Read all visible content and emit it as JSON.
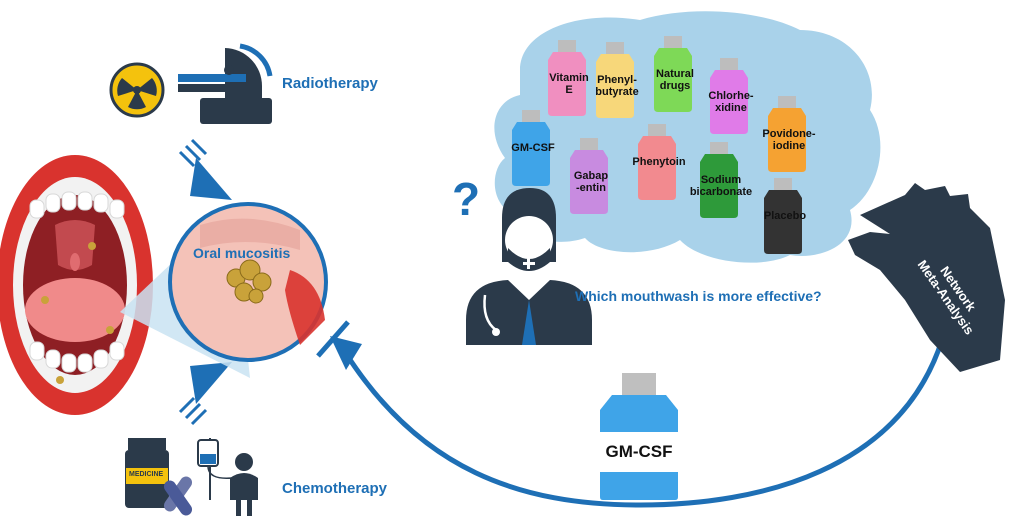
{
  "labels": {
    "radiotherapy": "Radiotherapy",
    "chemotherapy": "Chemotherapy",
    "oral_mucositis": "Oral mucositis",
    "question": "Which mouthwash is more effective?",
    "nma_line1": "Network",
    "nma_line2": "Meta-Analysis",
    "medicine": "MEDICINE",
    "result_bottle": "GM-CSF",
    "question_mark": "?"
  },
  "bottles": [
    {
      "label": "Vitamin\nE",
      "color": "#f08fc0"
    },
    {
      "label": "Phenyl-\nbutyrate",
      "color": "#f7d77a"
    },
    {
      "label": "Natural\ndrugs",
      "color": "#7ed957"
    },
    {
      "label": "Chlorhe-\nxidine",
      "color": "#e07be8"
    },
    {
      "label": "Povidone-\niodine",
      "color": "#f5a232"
    },
    {
      "label": "GM-CSF",
      "color": "#3fa4e8"
    },
    {
      "label": "Gabap\n-entin",
      "color": "#c88be0"
    },
    {
      "label": "Phenytoin",
      "color": "#f28a8f"
    },
    {
      "label": "Sodium\nbicarbonate",
      "color": "#2e9a3a"
    },
    {
      "label": "Placebo",
      "color": "#333333"
    }
  ],
  "colors": {
    "brain": "#a9d2ea",
    "arrow": "#1e6fb5",
    "dark": "#2b3a4a",
    "mouth_red": "#d9332e",
    "mouth_inner": "#8e1f24",
    "tongue": "#f08a8a",
    "accent_yellow": "#f4c20d"
  }
}
